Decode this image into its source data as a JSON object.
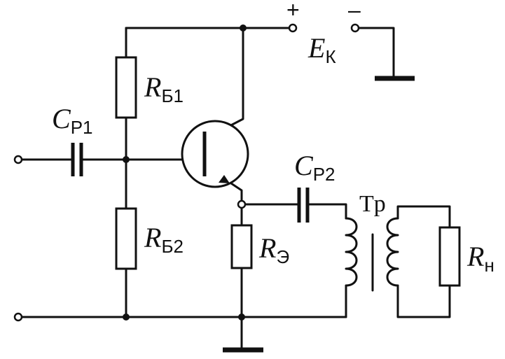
{
  "labels": {
    "rb1": {
      "main": "R",
      "sub": "Б1"
    },
    "rb2": {
      "main": "R",
      "sub": "Б2"
    },
    "re": {
      "main": "R",
      "sub": "Э"
    },
    "rn": {
      "main": "R",
      "sub": "н"
    },
    "cp1": {
      "main": "C",
      "sub": "P1"
    },
    "cp2": {
      "main": "C",
      "sub": "P2"
    },
    "ek": {
      "main": "E",
      "sub": "К"
    },
    "tr": "Tp",
    "plus": "+",
    "minus": "–"
  }
}
